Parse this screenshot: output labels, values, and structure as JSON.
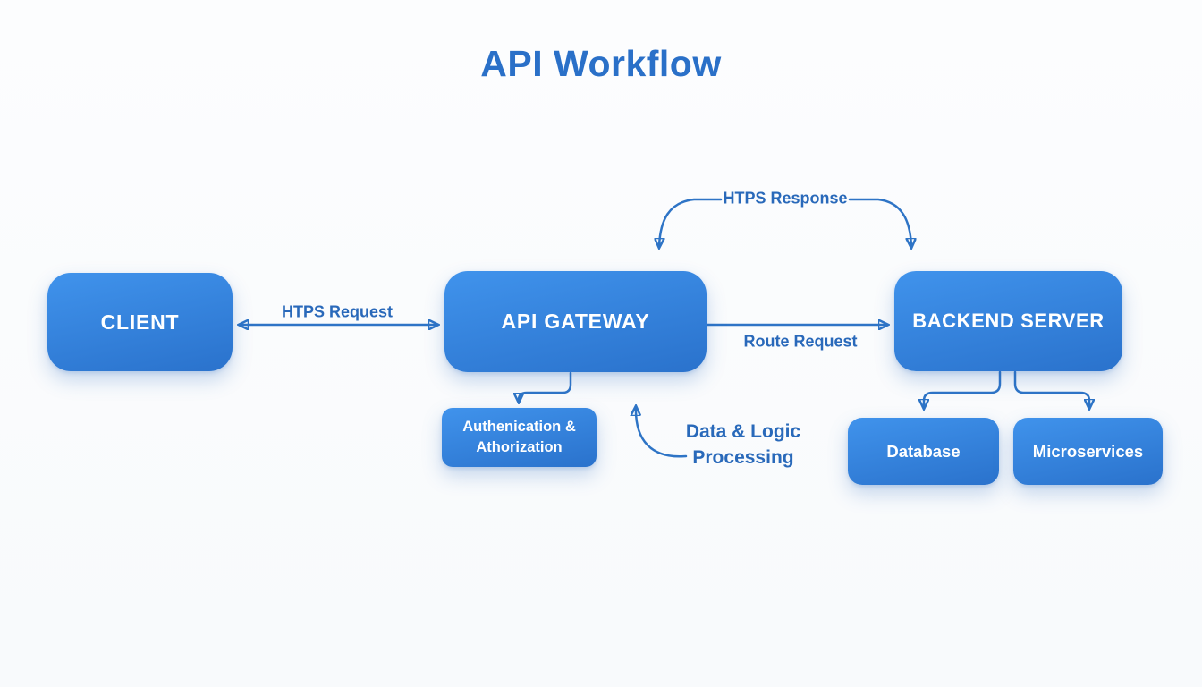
{
  "title": "API Workflow",
  "colors": {
    "background": "#fafbfd",
    "title_text": "#2a70c8",
    "node_gradient_start": "#4093ec",
    "node_gradient_end": "#2a72cc",
    "node_text": "#ffffff",
    "arrow_stroke": "#2e74c6",
    "edge_label_text": "#2969ba"
  },
  "nodes": {
    "client": {
      "label": "CLIENT"
    },
    "api_gateway": {
      "label": "API GATEWAY"
    },
    "backend_server": {
      "label": "BACKEND SERVER"
    },
    "auth": {
      "label_line1": "Authenication &",
      "label_line2": "Athorization"
    },
    "database": {
      "label": "Database"
    },
    "microservices": {
      "label": "Microservices"
    }
  },
  "edges": {
    "htps_request": {
      "label": "HTPS Request",
      "from": "CLIENT",
      "to": "API GATEWAY",
      "direction": "bidirectional"
    },
    "route_request": {
      "label": "Route Request",
      "from": "API GATEWAY",
      "to": "BACKEND SERVER",
      "direction": "forward"
    },
    "htps_response": {
      "label": "HTPS Response",
      "from": "BACKEND SERVER",
      "to": "API GATEWAY",
      "direction": "curved-down-both-ends"
    },
    "gateway_to_auth": {
      "label": "",
      "from": "API GATEWAY",
      "to": "Authenication & Athorization"
    },
    "data_logic": {
      "label_line1": "Data & Logic",
      "label_line2": "Processing",
      "to": "API GATEWAY",
      "direction": "curved-up"
    },
    "backend_to_database": {
      "label": "",
      "from": "BACKEND SERVER",
      "to": "Database"
    },
    "backend_to_microservices": {
      "label": "",
      "from": "BACKEND SERVER",
      "to": "Microservices"
    }
  }
}
